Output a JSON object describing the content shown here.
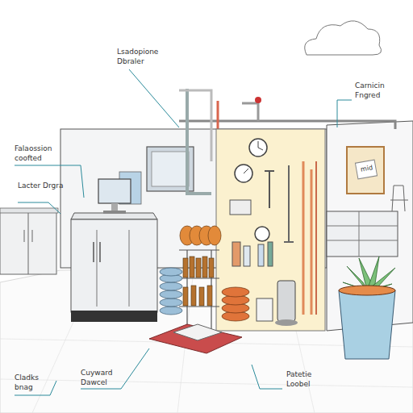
{
  "diagram": {
    "labels": [
      "Lsadopione Dbraler",
      "Carnicin Fngred",
      "Falaossion coofted",
      "Lacter Drgra",
      "Cladks bnag",
      "Cuyward Dawcel",
      "Patetie Loobel",
      "mid"
    ]
  }
}
